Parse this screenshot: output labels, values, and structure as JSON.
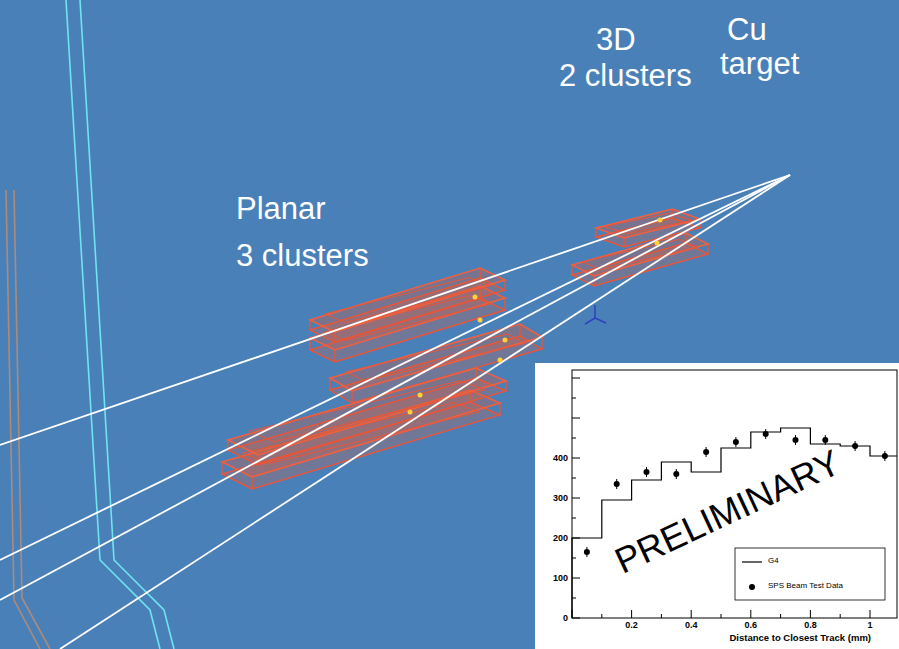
{
  "diagram": {
    "labels": [
      "Cu",
      "target",
      "3D",
      "2 clusters",
      "Planar",
      "3 clusters",
      "400",
      "300",
      "200",
      "100",
      "0",
      "0.2",
      "0.4",
      "0.6",
      "0.8",
      "1",
      "Distance to Closest Track (mm)",
      "PRELIMINARY"
    ],
    "legend": [
      {
        "text": "G4"
      },
      {
        "text": "SPS Beam Test Data"
      }
    ]
  }
}
